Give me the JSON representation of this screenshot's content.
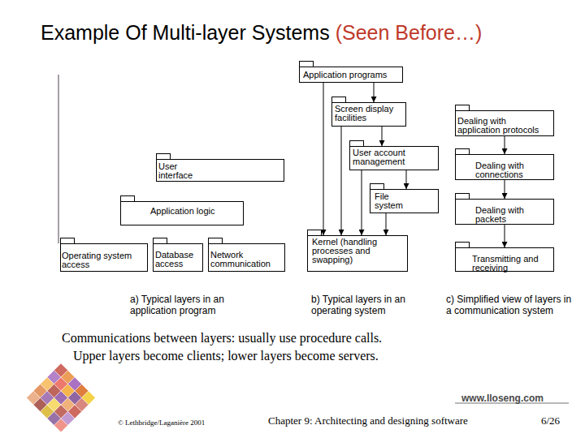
{
  "diagram": {
    "title": "Example Of Multi-layer Systems",
    "nodes": [
      {
        "text": [
          "Application programs"
        ]
      },
      {
        "text": [
          "Screen display facilities"
        ]
      },
      {
        "text": [
          "Dealing with application protocols"
        ]
      },
      {
        "text": [
          "User account management"
        ]
      },
      {
        "text": [
          "User interface"
        ]
      },
      {
        "text": [
          "Dealing with connections"
        ]
      },
      {
        "text": [
          "File system"
        ]
      },
      {
        "text": [
          "Application logic"
        ]
      },
      {
        "text": [
          "Dealing with packets"
        ]
      },
      {
        "text": [
          "Kernel (handling processes and swapping)"
        ]
      },
      {
        "text": [
          "Operating system access"
        ]
      },
      {
        "text": [
          "Database access"
        ]
      },
      {
        "text": [
          "Network communication"
        ]
      },
      {
        "text": [
          "Transmitting and receiving"
        ]
      }
    ],
    "edges": [
      {
        "from": 0,
        "to": 9,
        "arrow": "to"
      },
      {
        "from": 1,
        "to": 9,
        "arrow": "to"
      },
      {
        "from": 3,
        "to": 9,
        "arrow": "to"
      },
      {
        "from": 6,
        "to": 9,
        "arrow": "to"
      },
      {
        "from": 0,
        "to": 1,
        "arrow": "to"
      },
      {
        "from": 1,
        "to": 3,
        "arrow": "to"
      },
      {
        "from": 3,
        "to": 6,
        "arrow": "to"
      },
      {
        "from": 2,
        "to": 5,
        "arrow": "to"
      },
      {
        "from": 5,
        "to": 8,
        "arrow": "to"
      },
      {
        "from": 8,
        "to": 13,
        "arrow": "to"
      }
    ],
    "labels": [
      "(Seen Before…)",
      "a) Typical layers in an application program",
      "b) Typical layers in an operating system",
      "c) Simplified view of layers in a communication system",
      "Communications between layers: usually use procedure calls.",
      "Upper layers become clients; lower layers become servers.",
      "www.lloseng.com",
      "© Lethbridge/Laganière 2001",
      "Chapter 9: Architecting and designing software",
      "6/26"
    ]
  }
}
